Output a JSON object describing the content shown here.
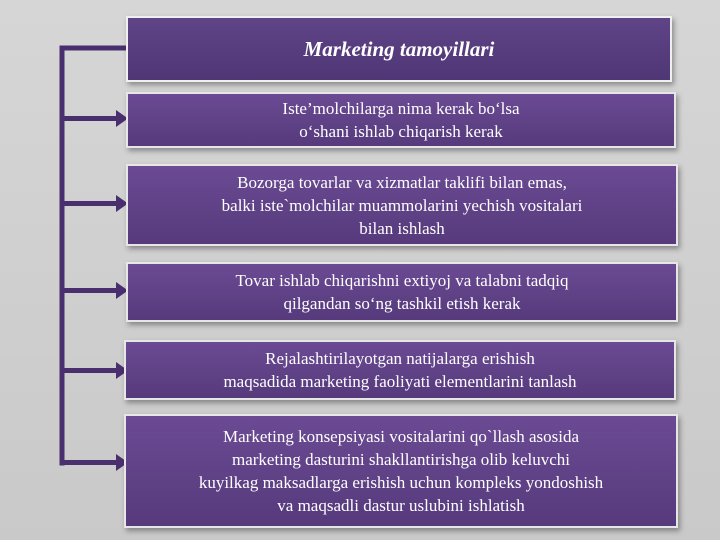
{
  "diagram": {
    "title": "Marketing tamoyillari",
    "principles": [
      "Iste’molchilarga nima kerak bo‘lsa\no‘shani ishlab chiqarish kerak",
      "Bozorga tovarlar va xizmatlar taklifi bilan emas,\nbalki iste`molchilar muammolarini yechish vositalari\nbilan ishlash",
      "Tovar ishlab chiqarishni extiyoj va talabni tadqiq\nqilgandan so‘ng tashkil etish kerak",
      "Rejalashtirilayotgan natijalarga  erishish\nmaqsadida marketing faoliyati elementlarini tanlash",
      "Marketing konsepsiyasi vositalarini qo`llash asosida\nmarketing dasturini shakllantirishga olib keluvchi\nkuyilkag maksadlarga erishish uchun kompleks yondoshish\nva maqsadli dastur uslubini ishlatish"
    ]
  },
  "colors": {
    "box_fill": "#5e4387",
    "box_border": "#e6e6e6",
    "connector": "#4a2f6e",
    "background": "#cfcfcf"
  }
}
